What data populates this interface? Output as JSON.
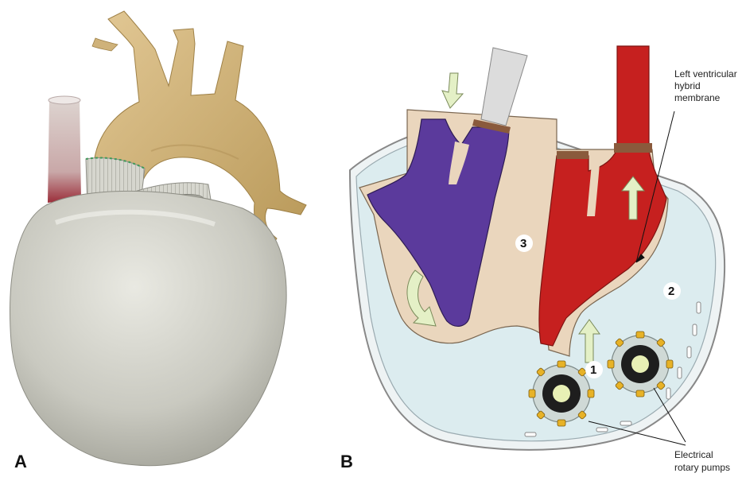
{
  "panels": {
    "a": {
      "letter": "A"
    },
    "b": {
      "letter": "B"
    }
  },
  "labels": {
    "membrane": [
      "Left ventricular",
      "hybrid",
      "membrane"
    ],
    "pumps": [
      "Electrical",
      "rotary pumps"
    ],
    "numbers": [
      "1",
      "2",
      "3"
    ]
  },
  "colors": {
    "device_shell": "#cfcfc6",
    "aorta": "#d4b77f",
    "inner_body": "#ead6bd",
    "venous_purple": "#5b3a9c",
    "arterial_red": "#c6201f",
    "membrane_blue": "#dcecef",
    "arrow_green": "#e4f0c6",
    "pump_yellow": "#e7b227"
  }
}
